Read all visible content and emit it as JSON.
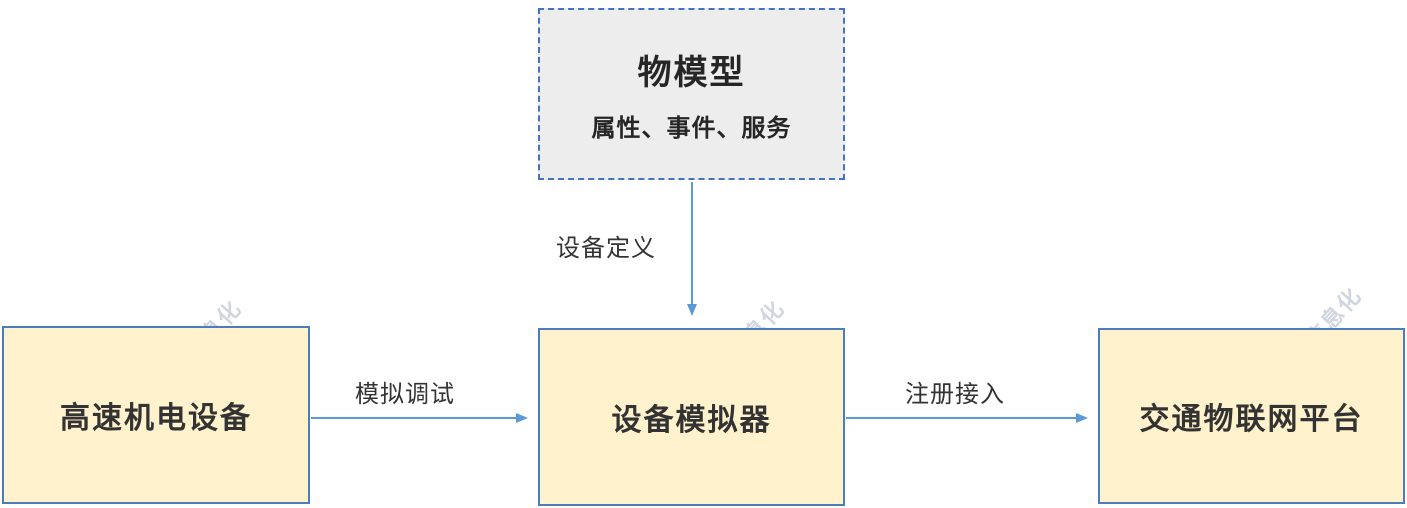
{
  "diagram": {
    "thing_model": {
      "title": "物模型",
      "subtitle": "属性、事件、服务"
    },
    "nodes": {
      "device": "高速机电设备",
      "simulator": "设备模拟器",
      "platform": "交通物联网平台"
    },
    "edges": {
      "define": "设备定义",
      "debug": "模拟调试",
      "register": "注册接入"
    },
    "watermark": "中国交通信息化",
    "colors": {
      "yellow_box_fill": "#fff2cc",
      "yellow_box_border": "#4a7dbb",
      "model_box_fill": "#ededed",
      "model_box_border": "#4472c4",
      "arrow": "#5b9bd5",
      "text": "#333333",
      "watermark": "#a8b4c4"
    }
  }
}
